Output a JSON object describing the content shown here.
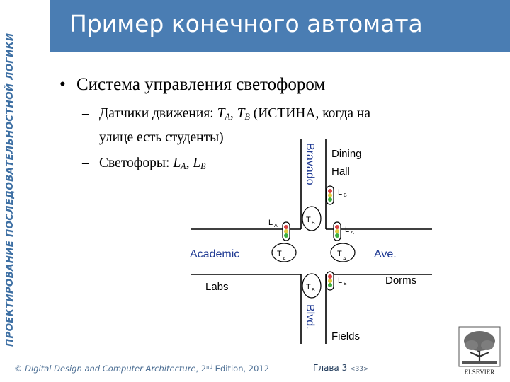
{
  "slide": {
    "side_title": "ПРОЕКТИРОВАНИЕ ПОСЛЕДОВАТЕЛЬНОСТНОЙ ЛОГИКИ",
    "title": "Пример конечного автомата",
    "bullet_main": "Система управления светофором",
    "sub1_prefix": "Датчики движения: ",
    "sub1_t": "T",
    "sub1_a": "A",
    "sub1_sep": ", ",
    "sub1_t2": "T",
    "sub1_b": "B",
    "sub1_suffix": " (ИСТИНА, когда на",
    "sub1_line2": "улице есть студенты)",
    "sub2_prefix": "Светофоры: ",
    "sub2_l": "L",
    "sub2_a": "A",
    "sub2_sep": ", ",
    "sub2_l2": "L",
    "sub2_b": "B"
  },
  "diagram": {
    "bravado": "Bravado",
    "blvd": "Blvd.",
    "academic": "Academic",
    "ave": "Ave.",
    "dining": "Dining",
    "hall": "Hall",
    "labs": "Labs",
    "dorms": "Dorms",
    "fields": "Fields",
    "l": "L",
    "t": "T",
    "a": "A",
    "b": "B",
    "street_color": "#1f3a93",
    "light_colors": [
      "#d94343",
      "#e0c83a",
      "#3fae3f"
    ]
  },
  "footer": {
    "copyright": "© ",
    "book": "Digital Design and Computer Architecture",
    "edition_pre": ", 2",
    "edition_sup": "nd",
    "edition_post": " Edition, 2012",
    "chapter": "Глава 3 ",
    "page": "<33>"
  },
  "logo": {
    "text": "ELSEVIER"
  }
}
